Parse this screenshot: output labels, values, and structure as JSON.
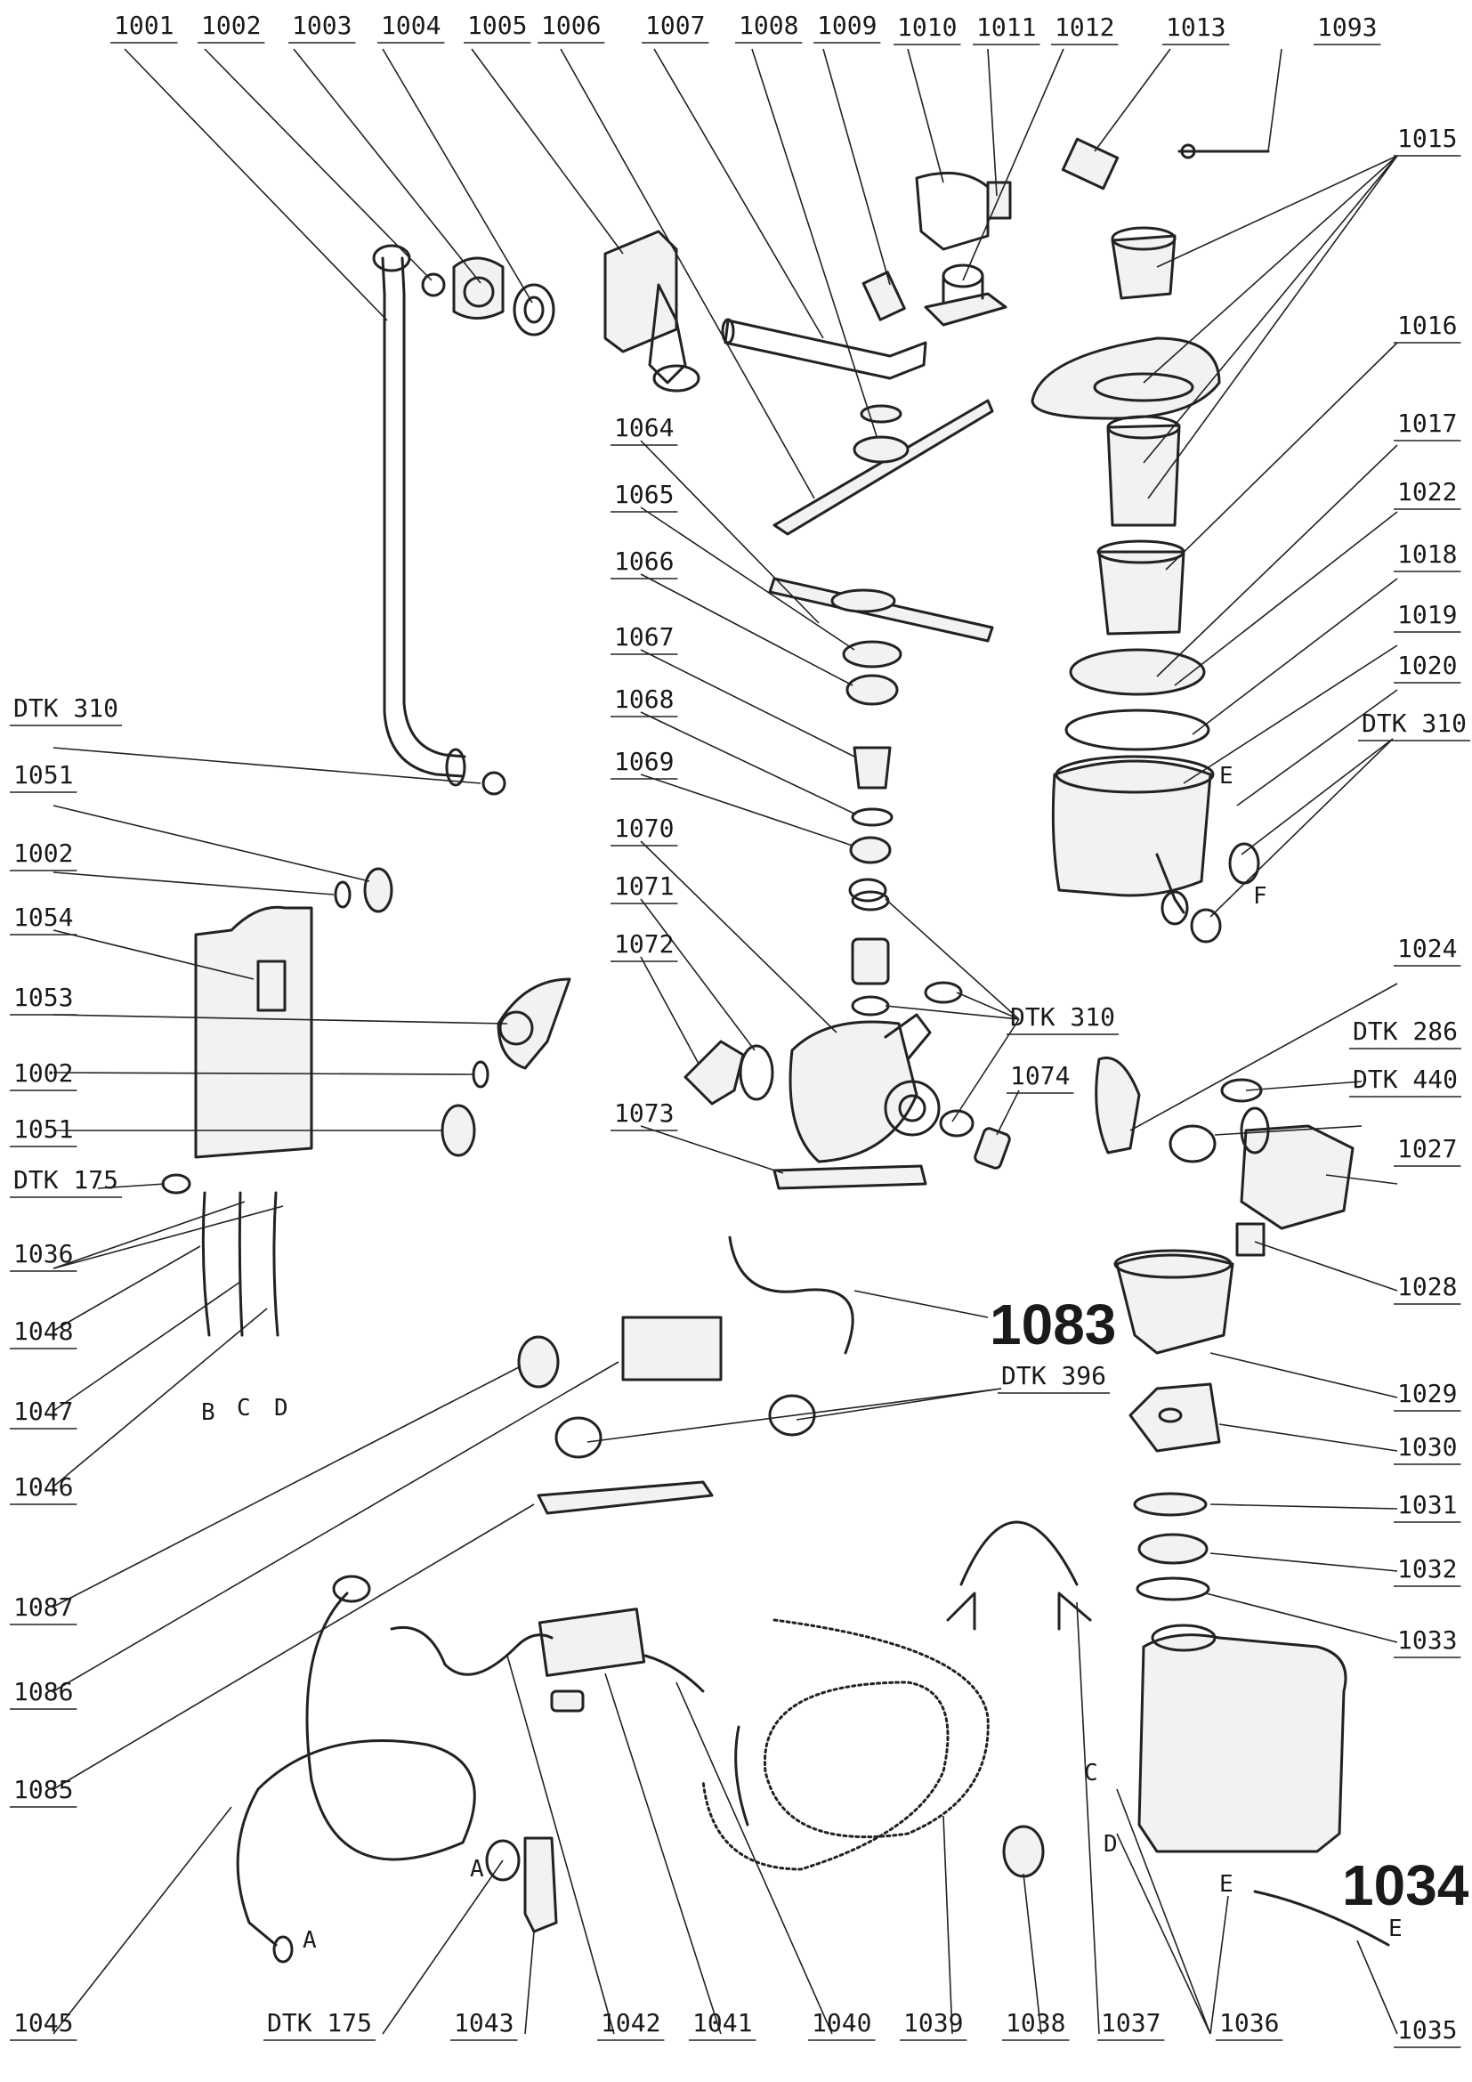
{
  "top_labels": [
    "1001",
    "1002",
    "1003",
    "1004",
    "1005",
    "1006",
    "1007",
    "1008",
    "1009",
    "1010",
    "1011",
    "1012",
    "1013",
    "1093"
  ],
  "right_labels": [
    "1015",
    "1016",
    "1017",
    "1022",
    "1018",
    "1019",
    "1020",
    "DTK 310",
    "DTK 286",
    "DTK 440",
    "1027",
    "1028",
    "1029",
    "1030",
    "1031",
    "1032",
    "1033",
    "1035"
  ],
  "left_labels": [
    "DTK 310",
    "1051",
    "1002",
    "1054",
    "1053",
    "1002",
    "1051",
    "DTK 175",
    "1036",
    "1048",
    "1047",
    "1046",
    "1087",
    "1086",
    "1085"
  ],
  "center_labels": [
    "1064",
    "1065",
    "1066",
    "1067",
    "1068",
    "1069",
    "1070",
    "1071",
    "1072",
    "1073",
    "1074",
    "DTK 310",
    "1024",
    "DTK 396"
  ],
  "bottom_labels": [
    "1045",
    "DTK 175",
    "1043",
    "1042",
    "1041",
    "1040",
    "1039",
    "1038",
    "1037",
    "1036"
  ],
  "callouts": [
    "1083",
    "1034"
  ],
  "letters": [
    "E",
    "F",
    "B",
    "C",
    "D",
    "A",
    "A",
    "C",
    "D",
    "E",
    "E"
  ]
}
